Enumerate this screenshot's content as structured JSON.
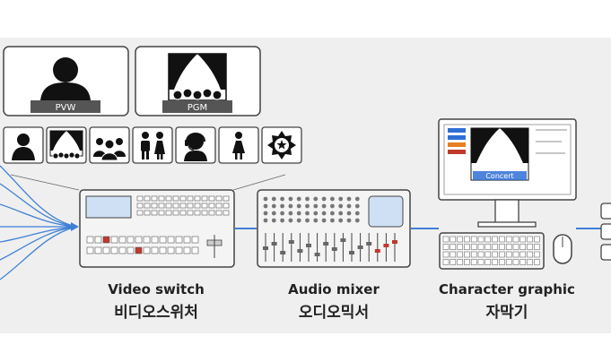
{
  "monitors": {
    "pvw_label": "PVW",
    "pgm_label": "PGM"
  },
  "sources": [
    {
      "icon": "person-icon"
    },
    {
      "icon": "stage-curtain-icon"
    },
    {
      "icon": "group-icon"
    },
    {
      "icon": "couple-icon"
    },
    {
      "icon": "headset-operator-icon"
    },
    {
      "icon": "woman-icon"
    },
    {
      "icon": "badge-star-icon"
    }
  ],
  "devices": {
    "video_switch": {
      "label_en": "Video switch",
      "label_ko": "비디오스위처"
    },
    "audio_mixer": {
      "label_en": "Audio mixer",
      "label_ko": "오디오믹서"
    },
    "character_graphic": {
      "label_en": "Character graphic",
      "label_ko": "자막기",
      "screen_text": "Concert"
    }
  },
  "colors": {
    "background_band": "#efefef",
    "connector_blue": "#3f7fd6",
    "accent_red": "#c0392b",
    "accent_orange": "#e67e22",
    "accent_blue": "#2f6fd6",
    "screen_blue": "#cfe0f5"
  }
}
